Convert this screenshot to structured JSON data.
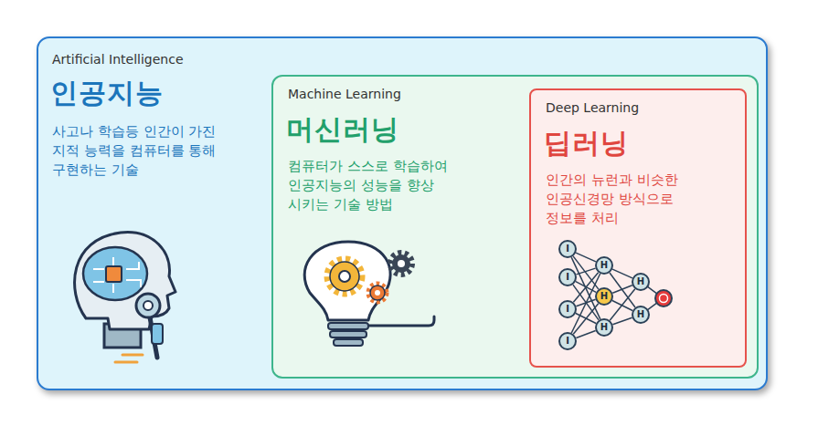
{
  "diagram": {
    "nodes": [
      {
        "text": [
          "Artificial Intelligence",
          "인공지능",
          "사고나 학습등 인간이 가진 지적 능력을 컴퓨터를 통해 구현하는 기술"
        ]
      },
      {
        "text": [
          "Machine Learning",
          "머신러닝",
          "컴퓨터가 스스로 학습하여 인공지능의 성능을 향상 시키는 기술 방법"
        ],
        "in": 0
      },
      {
        "text": [
          "Deep Learning",
          "딥러닝",
          "인간의 뉴런과 비슷한 인공신경망 방식으로 정보를 처리"
        ],
        "in": 1
      },
      {
        "text": [
          "I"
        ],
        "in": 2
      },
      {
        "text": [
          "I"
        ],
        "in": 2
      },
      {
        "text": [
          "I"
        ],
        "in": 2
      },
      {
        "text": [
          "I"
        ],
        "in": 2
      },
      {
        "text": [
          "H"
        ],
        "in": 2
      },
      {
        "text": [
          "H"
        ],
        "in": 2
      },
      {
        "text": [
          "H"
        ],
        "in": 2
      },
      {
        "text": [
          "H"
        ],
        "in": 2
      },
      {
        "text": [
          "H"
        ],
        "in": 2
      }
    ],
    "edges": [
      {
        "from": 3,
        "to": 7,
        "arrow": "none"
      },
      {
        "from": 3,
        "to": 8,
        "arrow": "none"
      },
      {
        "from": 3,
        "to": 9,
        "arrow": "none"
      },
      {
        "from": 4,
        "to": 7,
        "arrow": "none"
      },
      {
        "from": 4,
        "to": 8,
        "arrow": "none"
      },
      {
        "from": 4,
        "to": 9,
        "arrow": "none"
      },
      {
        "from": 5,
        "to": 7,
        "arrow": "none"
      },
      {
        "from": 5,
        "to": 8,
        "arrow": "none"
      },
      {
        "from": 5,
        "to": 9,
        "arrow": "none"
      },
      {
        "from": 6,
        "to": 7,
        "arrow": "none"
      },
      {
        "from": 6,
        "to": 8,
        "arrow": "none"
      },
      {
        "from": 6,
        "to": 9,
        "arrow": "none"
      },
      {
        "from": 7,
        "to": 10,
        "arrow": "none"
      },
      {
        "from": 7,
        "to": 11,
        "arrow": "none"
      },
      {
        "from": 8,
        "to": 10,
        "arrow": "none"
      },
      {
        "from": 8,
        "to": 11,
        "arrow": "none"
      },
      {
        "from": 9,
        "to": 10,
        "arrow": "none"
      },
      {
        "from": 9,
        "to": 11,
        "arrow": "none"
      }
    ]
  }
}
